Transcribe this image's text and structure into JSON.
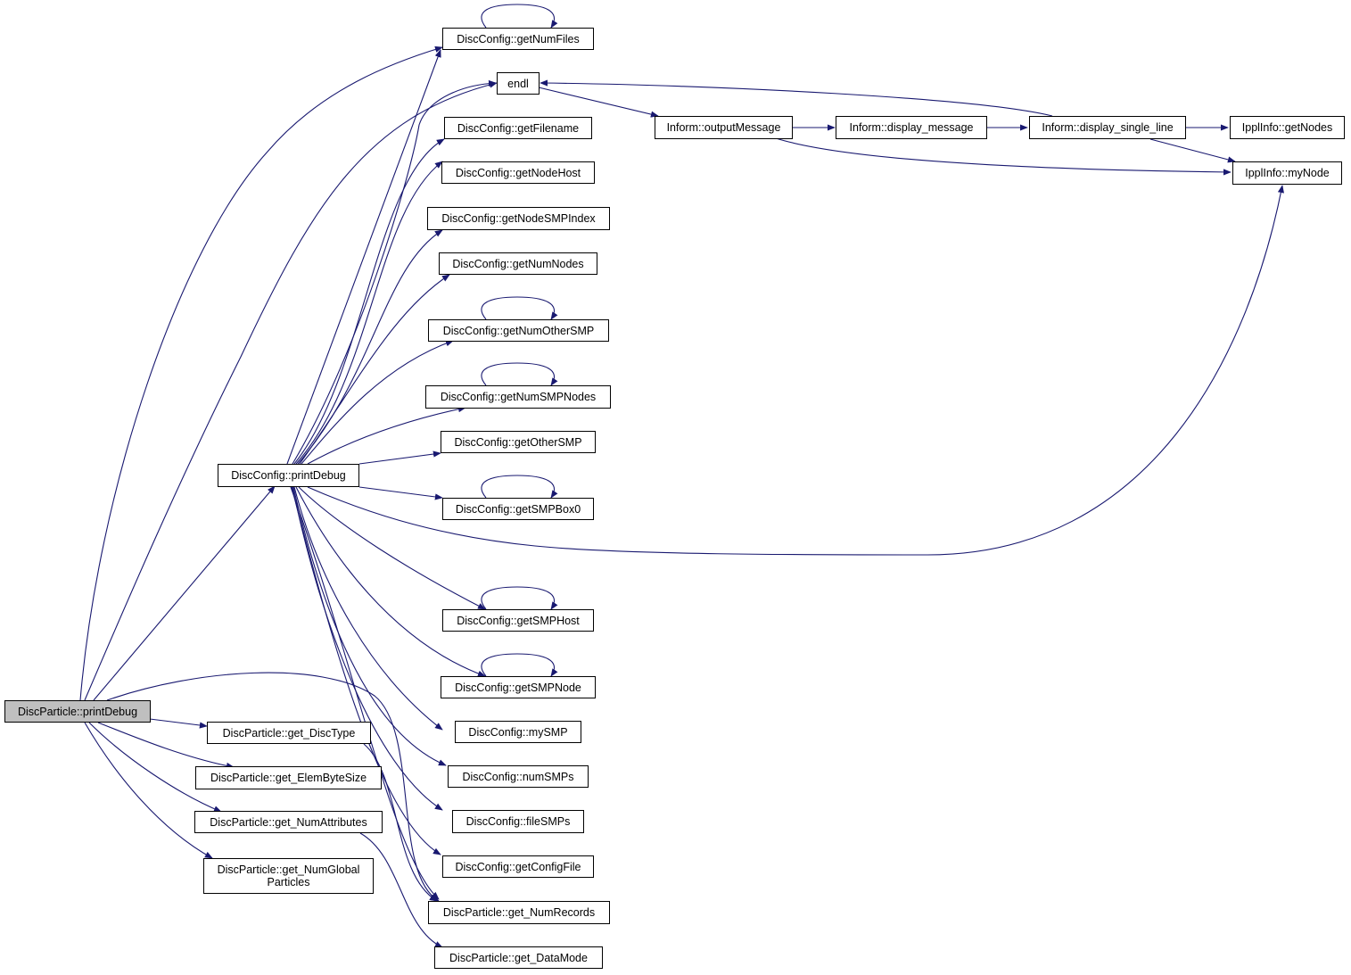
{
  "colors": {
    "edge": "#191970",
    "node_border": "#000000",
    "node_fill": "#ffffff",
    "root_fill": "#bfbfbf"
  },
  "nodes": {
    "dp_printDebug": "DiscParticle::printDebug",
    "dc_printDebug": "DiscConfig::printDebug",
    "getNumFiles": "DiscConfig::getNumFiles",
    "endl": "endl",
    "getFilename": "DiscConfig::getFilename",
    "getNodeHost": "DiscConfig::getNodeHost",
    "getNodeSMPIndex": "DiscConfig::getNodeSMPIndex",
    "getNumNodes": "DiscConfig::getNumNodes",
    "getNumOtherSMP": "DiscConfig::getNumOtherSMP",
    "getNumSMPNodes": "DiscConfig::getNumSMPNodes",
    "getOtherSMP": "DiscConfig::getOtherSMP",
    "getSMPBox0": "DiscConfig::getSMPBox0",
    "getSMPHost": "DiscConfig::getSMPHost",
    "getSMPNode": "DiscConfig::getSMPNode",
    "mySMP": "DiscConfig::mySMP",
    "numSMPs": "DiscConfig::numSMPs",
    "fileSMPs": "DiscConfig::fileSMPs",
    "getConfigFile": "DiscConfig::getConfigFile",
    "get_NumRecords": "DiscParticle::get_NumRecords",
    "get_DataMode": "DiscParticle::get_DataMode",
    "get_DiscType": "DiscParticle::get_DiscType",
    "get_ElemByteSize": "DiscParticle::get_ElemByteSize",
    "get_NumAttributes": "DiscParticle::get_NumAttributes",
    "get_NumGlobalParticles": "DiscParticle::get_NumGlobal\nParticles",
    "outputMessage": "Inform::outputMessage",
    "display_message": "Inform::display_message",
    "display_single_line": "Inform::display_single_line",
    "getNodes": "IpplInfo::getNodes",
    "myNode": "IpplInfo::myNode"
  }
}
